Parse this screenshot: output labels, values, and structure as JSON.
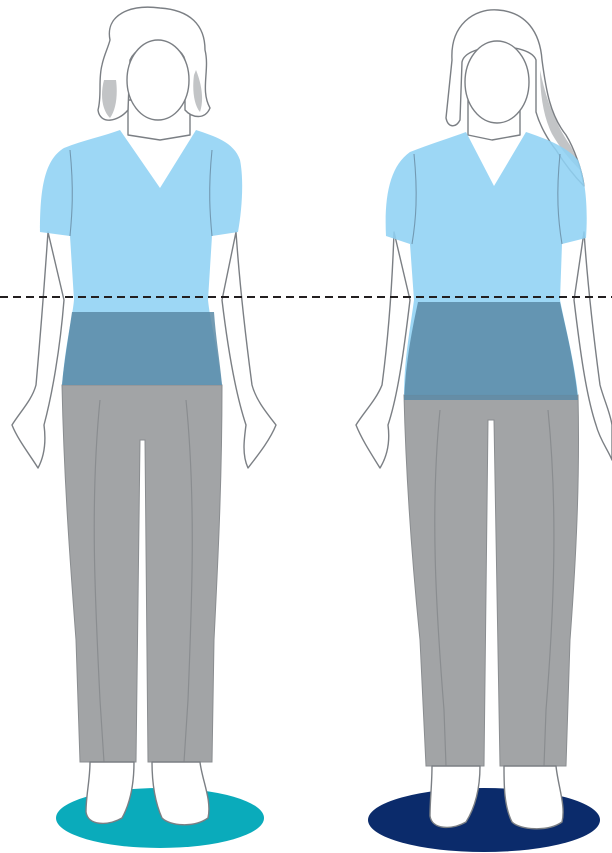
{
  "colors": {
    "shirt": "#8fd2f4",
    "shirt_overlap": "#5a8aa6",
    "pants": "#a2a4a6",
    "skin": "#ffffff",
    "outline": "#7b7f84",
    "dashed_line": "#231f20",
    "left_base": "#0aabbb",
    "right_base": "#0b2b6b"
  },
  "figures": [
    {
      "id": "figure-left",
      "base_color_key": "left_base",
      "hair": "short-wavy"
    },
    {
      "id": "figure-right",
      "base_color_key": "right_base",
      "hair": "long-straight"
    }
  ],
  "reference_line": {
    "style": "dashed"
  }
}
